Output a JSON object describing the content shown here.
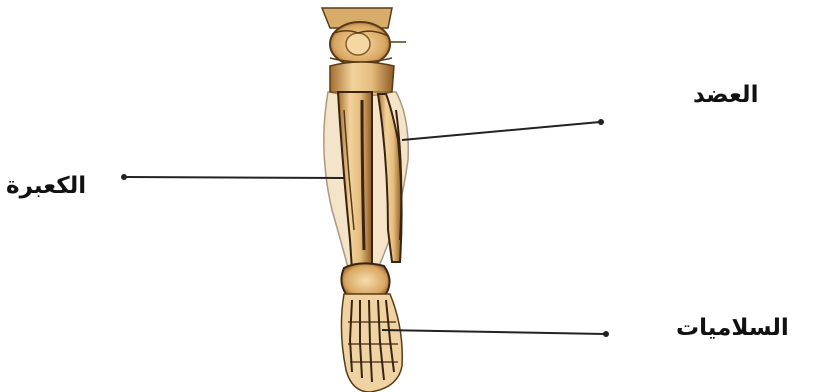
{
  "diagram": {
    "labels": {
      "top_right": "العضد",
      "left": "الكعبرة",
      "bottom_right": "السلاميات"
    }
  },
  "colors": {
    "bone": "#e8c48a",
    "bone_shadow": "#8a5a24",
    "bone_dark": "#3a2410",
    "leader_line": "#222222",
    "label_text": "#111111"
  }
}
